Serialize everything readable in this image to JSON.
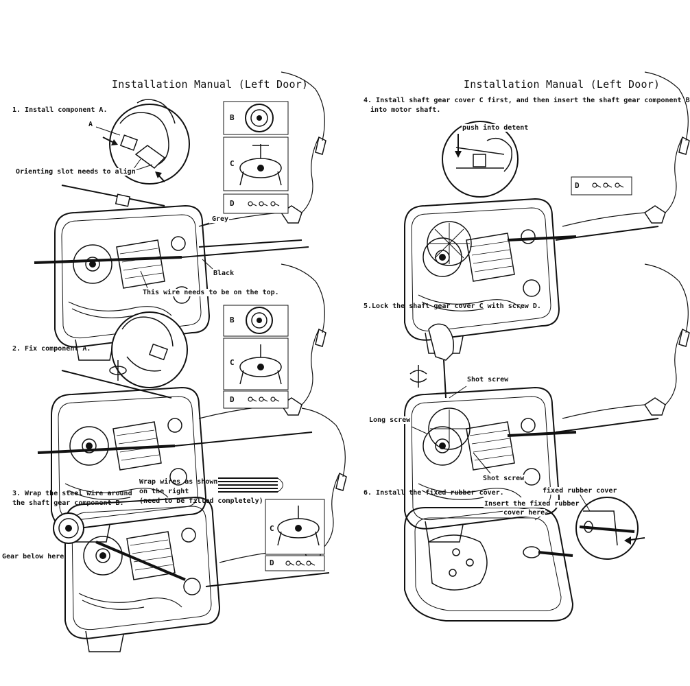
{
  "left": {
    "title": "Installation Manual (Left Door)",
    "step1": "1. Install component A.",
    "step1_labels": {
      "a": "A",
      "slot": "Orienting slot needs to align",
      "grey": "Grey",
      "black": "Black",
      "top": "This wire needs to be on the top."
    },
    "parts": {
      "b": "B",
      "c": "C",
      "d": "D"
    },
    "step2": "2. Fix component A.",
    "step3_line1": "3. Wrap the steel wire around",
    "step3_line2": "the shaft gear component B.",
    "step3_labels": {
      "wrap_line1": "Wrap wires as shown",
      "wrap_line2": "on the right",
      "wrap_line3": "(need to be filled completely)",
      "gear": "Gear below here"
    }
  },
  "right": {
    "title": "Installation Manual (Left Door)",
    "step4_line1": "4. Install shaft gear cover C first, and then insert the shaft gear component B",
    "step4_line2": "into motor shaft.",
    "step4_labels": {
      "detent": "push into detent"
    },
    "step5": "5.Lock the shaft gear cover C with screw D.",
    "step5_labels": {
      "shot1": "Shot screw",
      "long": "Long screw",
      "shot2": "Shot screw"
    },
    "step6": "6. Install the fixed rubber cover.",
    "step6_labels": {
      "fixed": "fixed rubber cover",
      "insert_line1": "Insert the fixed rubber",
      "insert_line2": "cover here"
    }
  }
}
